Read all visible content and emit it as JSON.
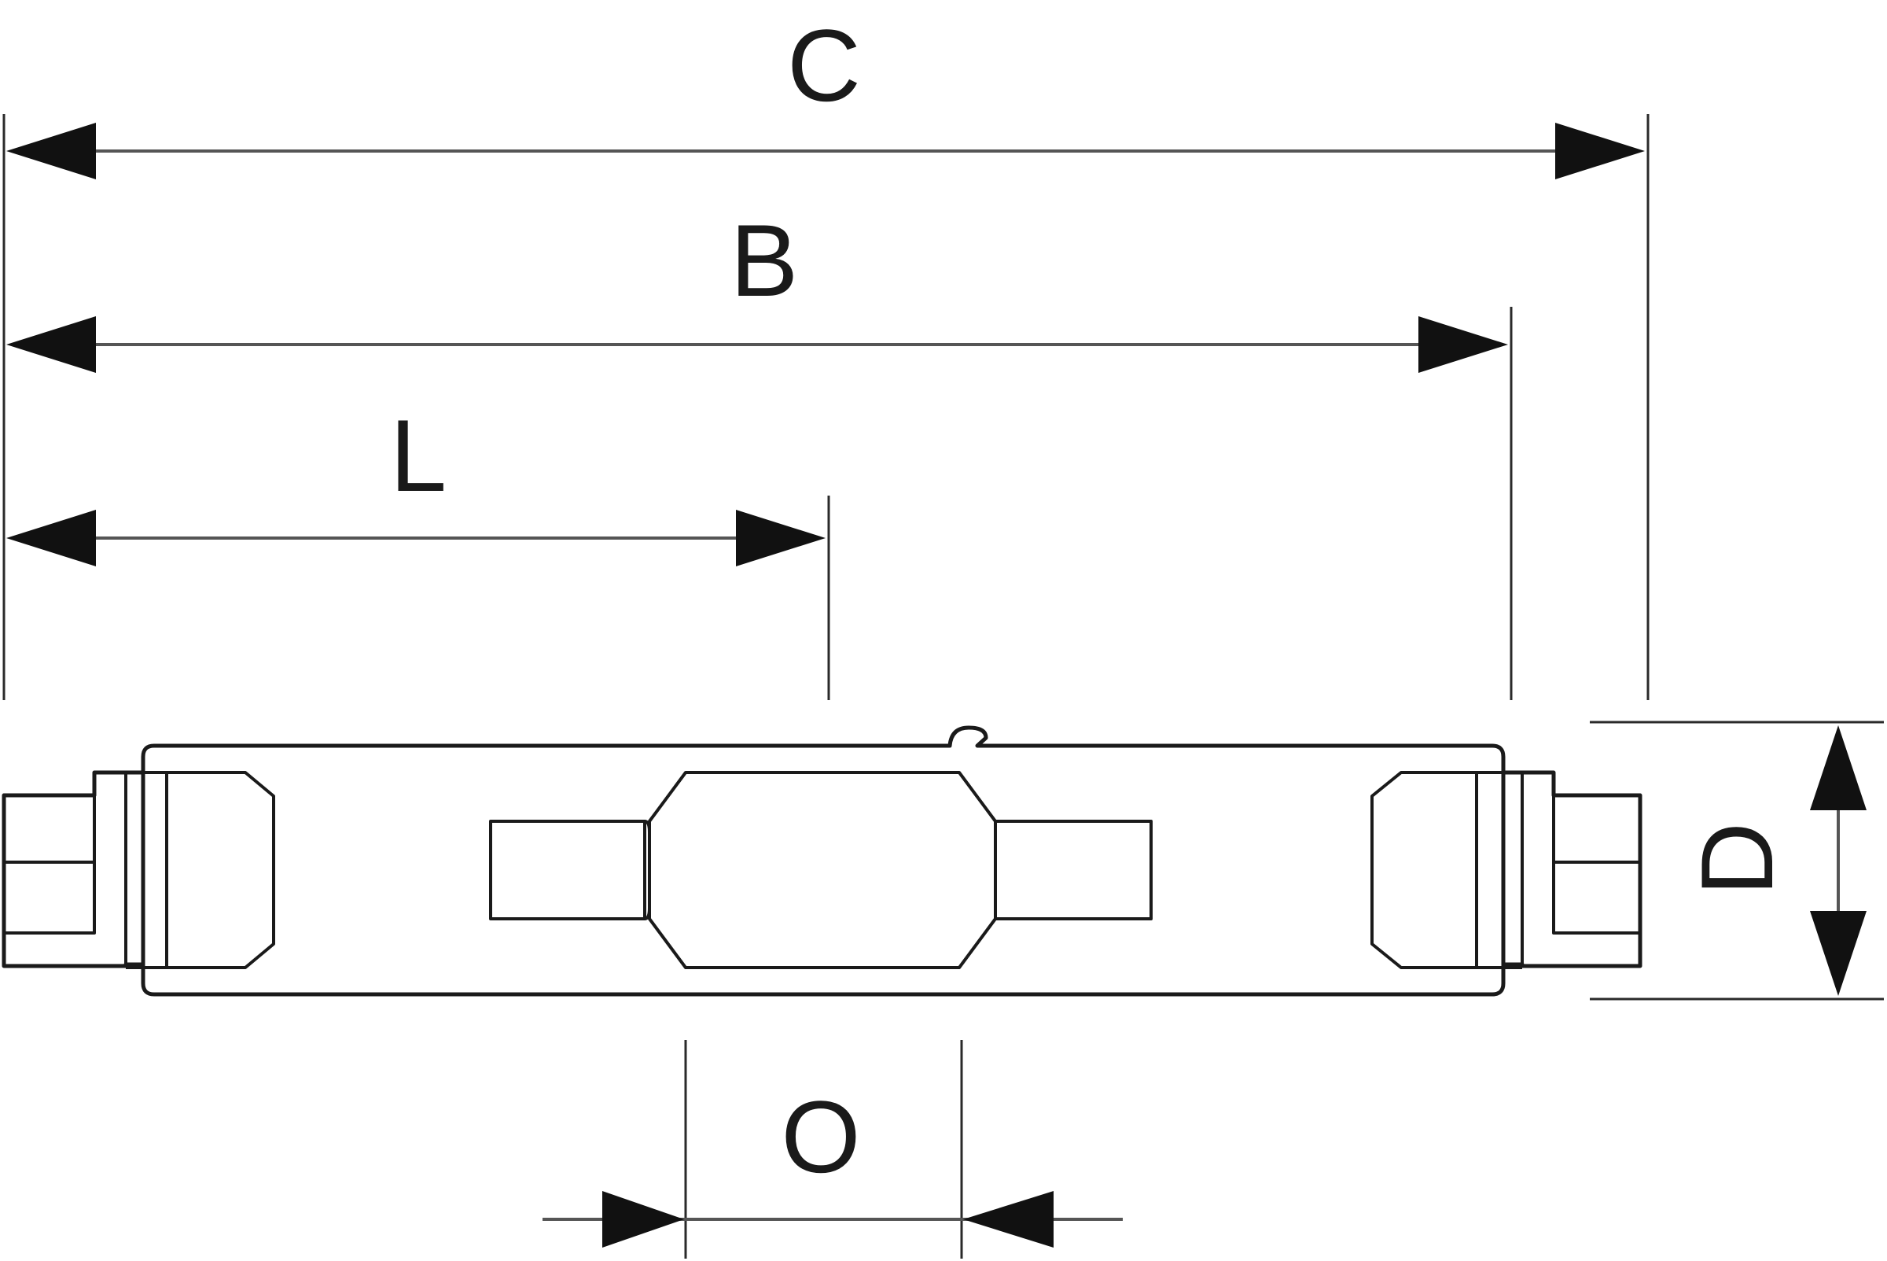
{
  "labels": {
    "c": "C",
    "b": "B",
    "l": "L",
    "d": "D",
    "o": "O"
  },
  "colors": {
    "line": "#1a1a1a",
    "dimension_line": "#555555",
    "background": "#ffffff"
  }
}
